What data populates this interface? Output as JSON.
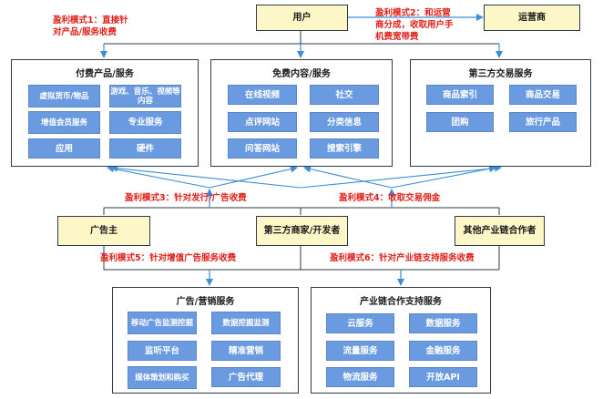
{
  "nodes": {
    "user": "用户",
    "operator": "运营商",
    "advertiser": "广告主",
    "third_party_developer": "第三方商家/开发者",
    "other_industry": "其他产业链合作者"
  },
  "groups": {
    "paid": {
      "title": "付费产品/服务",
      "items": [
        "虚拟货币/物品",
        "游戏、音乐、视频等内容",
        "增值会员服务",
        "专业服务",
        "应用",
        "硬件"
      ]
    },
    "free": {
      "title": "免费内容/服务",
      "items": [
        "在线视频",
        "社交",
        "点评网站",
        "分类信息",
        "问答网站",
        "搜索引擎"
      ]
    },
    "trade": {
      "title": "第三方交易服务",
      "items": [
        "商品索引",
        "商品交易",
        "团购",
        "旅行产品"
      ]
    },
    "marketing": {
      "title": "广告/营销服务",
      "items": [
        "移动广告监测挖掘",
        "数据挖掘监测",
        "监听平台",
        "精准营销",
        "媒体策划和购买",
        "广告代理"
      ]
    },
    "industry": {
      "title": "产业链合作支持服务",
      "items": [
        "云服务",
        "数据服务",
        "流量服务",
        "金融服务",
        "物流服务",
        "开放API"
      ]
    }
  },
  "profit_models": {
    "m1_line1": "盈利模式1：直接针",
    "m1_line2": "对产品/服务收费",
    "m2_line1": "盈利模式2：和运营",
    "m2_line2": "商分成，收取用户手",
    "m2_line3": "机费宽带费",
    "m3": "盈利模式3：针对发行/广告收费",
    "m4": "盈利模式4：收取交易佣金",
    "m5": "盈利模式5：针对增值广告服务收费",
    "m6": "盈利模式6：针对产业链支持服务收费"
  },
  "colors": {
    "cell_fill": "#6a9ae0",
    "node_fill": "#fdf7c8",
    "profit_text": "#e0201b",
    "line": "#2f3b4a",
    "arrow": "#3a8fd6"
  }
}
